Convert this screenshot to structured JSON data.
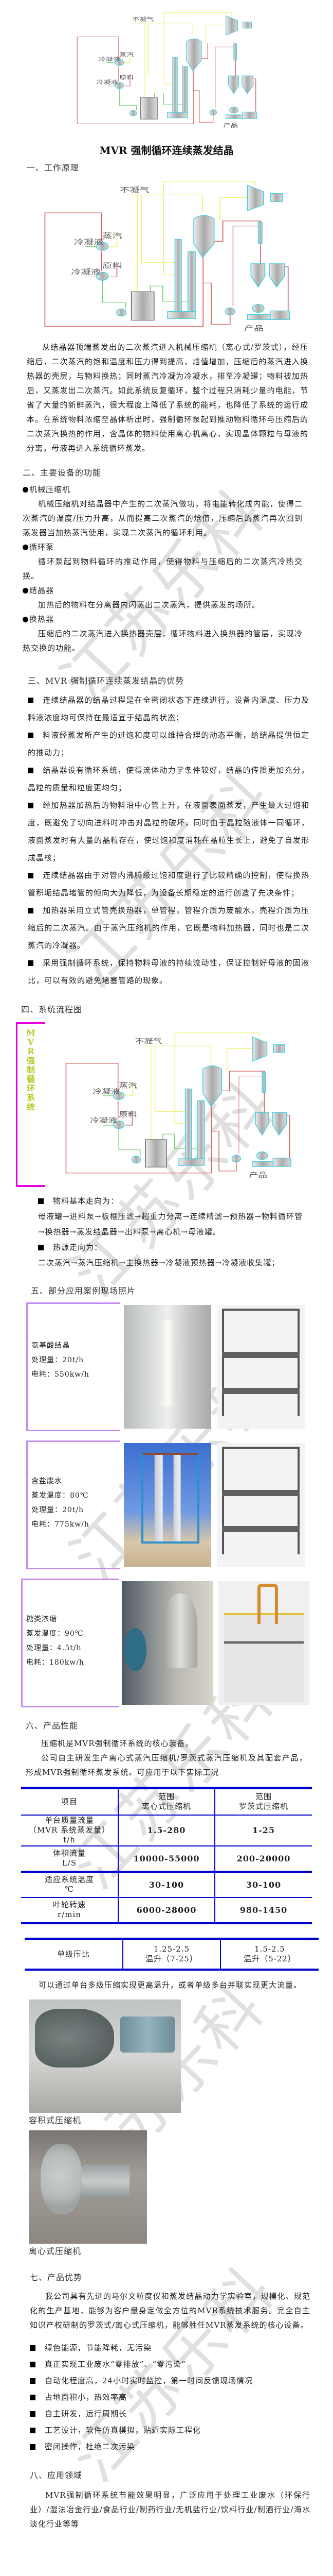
{
  "title": "MVR 强制循环连续蒸发结晶",
  "watermark": {
    "text": "江苏乐科"
  },
  "diagram": {
    "labels": {
      "non_condensable": "不凝气",
      "steam": "蒸汽",
      "condensate_1": "冷凝液",
      "feed": "原料",
      "condensate_2": "冷凝液",
      "product": "产品"
    },
    "colors": {
      "steam": "#f0f070",
      "material": "#d06060",
      "condensate": "#70d070",
      "equipment": "#40d0e0"
    }
  },
  "section1": {
    "heading": "一、工作原理",
    "paragraph": "从结晶器顶端蒸发出的二次蒸汽进入机械压缩机（离心式/罗茨式），经压缩后，二次蒸汽的饱和温度和压力得到提高，焓值增加，压缩后的蒸汽进入换热器的壳层，与物料换热；同时蒸汽冷凝为冷凝水，排至冷凝罐；物料被加热后，又蒸发出二次蒸汽。如此系统反复循环，整个过程只消耗少量的电能，节省了大量的新鲜蒸汽，很大程度上降低了系统的能耗，也降低了系统的运行成本。在系统物料浓缩至晶体析出时，强制循环泵起到推动物料循环与压缩后的二次蒸汽换热的作用，含晶体的物料使用离心机离心，实现晶体颗粒与母液的分离，母液再进入系统循环蒸发。"
  },
  "section2": {
    "heading": "二、主要设备的功能",
    "items": [
      {
        "name": "机械压缩机",
        "desc": "机械压缩机对结晶器中产生的二次蒸汽做功，将电能转化成内能，使得二次蒸汽的温度/压力升高，从而提高二次蒸汽的焓值，压缩后的蒸汽再次回到蒸发器当加热蒸汽使用，实现二次蒸汽的循环利用。"
      },
      {
        "name": "循环泵",
        "desc": "循环泵起到物料循环的推动作用，使得物料与压缩后的二次蒸汽冷热交换。"
      },
      {
        "name": "结晶器",
        "desc": "加热后的物料在分离器内闪蒸出二次蒸汽，提供蒸发的场所。"
      },
      {
        "name": "换热器",
        "desc": "压缩后的二次蒸汽进入换热器壳层，循环物料进入换热器的管层，实现冷热交换的功能。"
      }
    ]
  },
  "section3": {
    "heading": "三、MVR 强制循环连续蒸发结晶的优势",
    "items": [
      "连续结晶器的结晶过程是在全密闭状态下连续进行，设备内温度、压力及料液浓度均可保持在最适宜于结晶的状态；",
      "料液经蒸发所产生的过饱和度可以维持合理的动态平衡，给结晶提供恒定的推动力；",
      "结晶器设有循环系统，使得流体动力学条件较好，结晶的传质更加充分，晶粒的质量和粒度更均匀；",
      "经加热器加热后的物料沿中心管上升，在液面表面蒸发，产生最大过饱和度，既避免了切向进料时冲击对晶粒的破坏，同时由于晶粒随液体一同循环，液面蒸发时有大量的晶粒存在，使过饱和度消耗在晶粒生长上，避免了自发形成晶核；",
      "连续结晶器由于对管内沸腾级过饱和度进行了比较精确的控制，使得换热管积垢结晶堵管的倾向大为降低，为设备长期稳定的运行创造了先决条件；",
      "加热器采用立式管壳换热器，单管程，管程介质为废酸水，壳程介质为压缩后的二次蒸汽。由于蒸汽压缩机的作用，它既是物料加热器，同时也是二次蒸汽的冷凝器。",
      "采用强制循环系统，保持物料母液的持续流动性，保证控制好母液的固液比，可以有效的避免堵塞管路的现象。"
    ]
  },
  "section4": {
    "heading": "四、系统流程图",
    "side_label": "MVR强制循环系统",
    "material_flow_label": "物料基本走向为：",
    "material_flow": "母液罐→进料泵→板框压滤→超重力分离→连续精滤→预热器→物料循环管→换热器→蒸发结晶器→出料泵→离心机→母液罐。",
    "heat_flow_label": "热源走向为：",
    "heat_flow": "二次蒸汽→蒸汽压缩机→主换热器→冷凝液预热器→冷凝液收集罐；"
  },
  "section5": {
    "heading": "五、部分应用案例现场照片",
    "cases": [
      {
        "lines": [
          "氨基酸结晶",
          "处理量：20t/h",
          "电耗：550kw/h"
        ]
      },
      {
        "lines": [
          "含盐废水",
          "蒸发温度：80℃",
          "处理量：20t/h",
          "电耗：775kw/h"
        ]
      },
      {
        "lines": [
          "糖类浓缩",
          "蒸发温度：90℃",
          "处理量：4.5t/h",
          "电耗：180kw/h"
        ]
      }
    ]
  },
  "section6": {
    "heading": "六、产品性能",
    "paragraph1": "压缩机是MVR强制循环系统的核心装备。",
    "paragraph2": "公司自主研发生产离心式蒸汽压缩机/罗茨式蒸汽压缩机及其配套产品，形成MVR强制循环蒸发系统。可应用于以下实际工况",
    "table": {
      "header": [
        "项目",
        "范围\n离心式压缩机",
        "范围\n罗茨式压缩机"
      ],
      "rows": [
        [
          "单台质量流量\n（MVR 系统蒸发量）\nt/h",
          "1.5-280",
          "1-25"
        ],
        [
          "体积流量\nL/S",
          "10000-55000",
          "200-20000"
        ],
        [
          "适应系统温度\n℃",
          "30-100",
          "30-100"
        ],
        [
          "叶轮转速\nr/min",
          "6000-28000",
          "980-1450"
        ]
      ]
    },
    "table2": {
      "row": [
        "单级压比",
        "1.25-2.5\n温升（7-25）",
        "1.5-2.5\n温升（5-22）"
      ]
    },
    "note": "可以通过单台多级压缩实现更高温升，或者单级多台并联实现更大流量。",
    "captions": [
      "容积式压缩机",
      "离心式压缩机"
    ]
  },
  "section7": {
    "heading": "七、产品优势",
    "paragraph": "我公司具有先进的马尔文粒度仪和蒸发结晶动力学实验室，规模化、规范化的生产基地，能够为客户量身定做全方位的MVR系统技术服务。完全自主知识产权研制的罗茨式/离心式压缩机，能够胜任MVR蒸发系统的核心设备。",
    "items": [
      "绿色能源，节能降耗，无污染",
      "真正实现工业废水“零排放”、“零污染”",
      "自动化程度高，24小时实时监控，第一时间反馈现场情况",
      "占地面积小，热效率高",
      "自主研发，运行周期长",
      "工艺设计，软件仿真模拟，贴近实际工程化",
      "密闭操作，杜绝二次污染"
    ]
  },
  "section8": {
    "heading": "八、应用领域",
    "paragraph": "MVR强制循环系统节能效果明显，广泛应用于处理工业废水（环保行业）/湿法冶金行业/食品行业/制药行业/无机盐行业/饮料行业/制酒行业/海水淡化行业等等"
  }
}
